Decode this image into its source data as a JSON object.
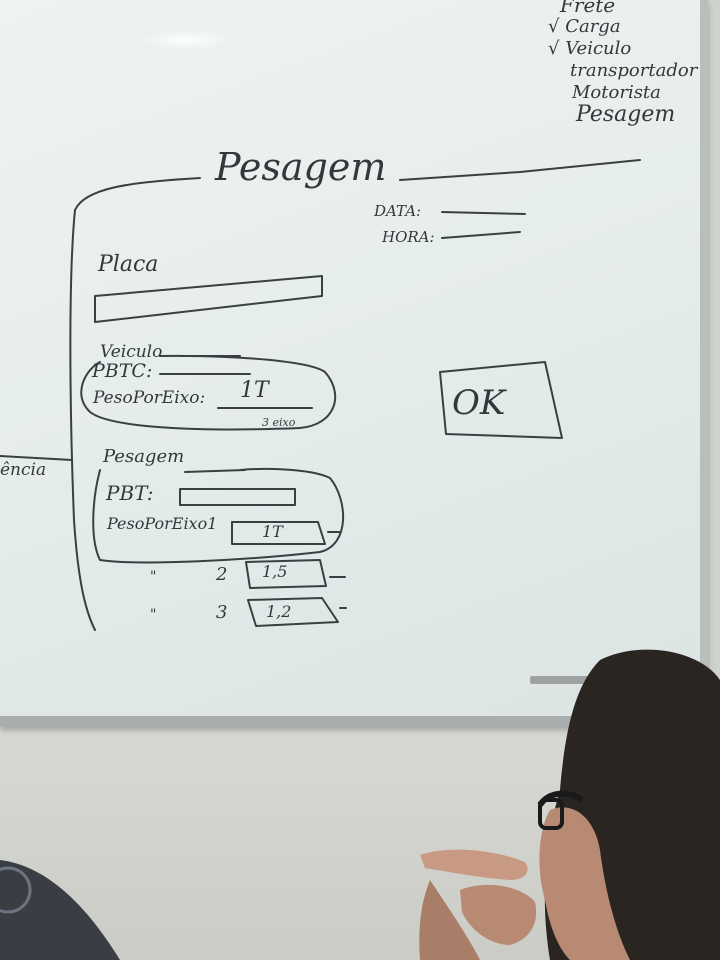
{
  "checklist": [
    "Frete",
    "√ Carga",
    "√ Veiculo",
    "transportador",
    "Motorista",
    "Pesagem"
  ],
  "title": "Pesagem",
  "meta": {
    "date_label": "DATA:",
    "time_label": "HORA:"
  },
  "placa": {
    "label": "Placa"
  },
  "veiculo": {
    "header": "Veiculo",
    "pbtc_label": "PBTC:",
    "peso_label": "PesoPorEixo:",
    "peso_value": "1T",
    "peso_note": "3 eixo"
  },
  "pesagem": {
    "header": "Pesagem",
    "pbt_label": "PBT:",
    "peso_label": "PesoPorEixo1",
    "rows": [
      {
        "ditto": "",
        "axle": "",
        "value": "1T"
      },
      {
        "ditto": "\"",
        "axle": "2",
        "value": "1,5"
      },
      {
        "ditto": "\"",
        "axle": "3",
        "value": "1,2"
      }
    ]
  },
  "ok_button": "OK",
  "side_fragment": "ência"
}
